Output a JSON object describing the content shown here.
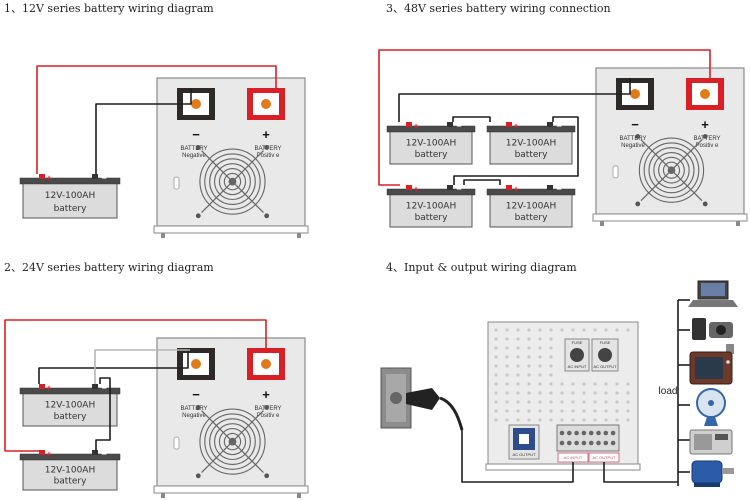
{
  "titles": {
    "s12": "1、12V series battery wiring diagram",
    "s48": "3、48V series battery wiring connection",
    "s24": "2、24V series battery wiring diagram",
    "io": "4、Input & output wiring diagram"
  },
  "battery": {
    "model": "12V-100AH",
    "word": "battery",
    "plus": "+",
    "minus": "−"
  },
  "terminals": {
    "neg_symbol": "−",
    "pos_symbol": "+",
    "neg_line1": "BATTERY",
    "neg_line2": "Negative",
    "pos_line1": "BATTERY",
    "pos_line2": "Positiv e"
  },
  "inverter_panel": {
    "fuse": "FUSE",
    "ac_input": "AC INPUT",
    "ac_output": "AC OUTPUT",
    "ac_output_socket": "AC OUTPUT",
    "load": "load"
  },
  "colors": {
    "red_wire": "#d92027",
    "black_wire": "#1e1e1e",
    "grey_wire": "#b5b5b5",
    "panel": "#e9e9e9"
  }
}
